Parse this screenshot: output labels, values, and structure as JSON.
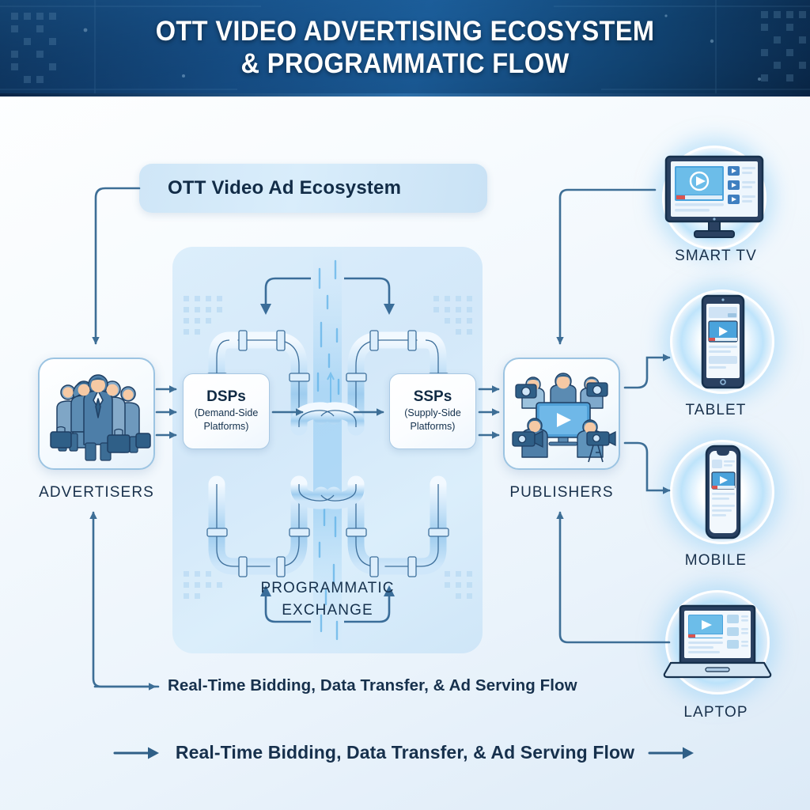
{
  "header": {
    "title_line1": "OTT VIDEO ADVERTISING ECOSYSTEM",
    "title_line2": "& PROGRAMMATIC FLOW"
  },
  "diagram": {
    "title_pill": "OTT Video Ad Ecosystem",
    "exchange": {
      "label_line1": "PROGRAMMATIC",
      "label_line2": "EXCHANGE"
    },
    "nodes": [
      {
        "id": "advertisers",
        "label": "ADVERTISERS",
        "icon": "business-people-group-icon"
      },
      {
        "id": "publishers",
        "label": "PUBLISHERS",
        "icon": "content-creators-group-icon"
      }
    ],
    "platforms": [
      {
        "id": "dsp",
        "abbr": "DSPs",
        "expansion_line1": "(Demand-Side",
        "expansion_line2": "Platforms)"
      },
      {
        "id": "ssp",
        "abbr": "SSPs",
        "expansion_line1": "(Supply-Side",
        "expansion_line2": "Platforms)"
      }
    ],
    "devices": [
      {
        "id": "smarttv",
        "label": "SMART TV",
        "icon": "smart-tv-icon"
      },
      {
        "id": "tablet",
        "label": "TABLET",
        "icon": "tablet-icon"
      },
      {
        "id": "mobile",
        "label": "MOBILE",
        "icon": "mobile-phone-icon"
      },
      {
        "id": "laptop",
        "label": "LAPTOP",
        "icon": "laptop-icon"
      }
    ],
    "flow_legend_upper": "Real-Time Bidding, Data Transfer, & Ad Serving Flow",
    "flow_legend_lower": "Real-Time Bidding, Data Transfer, & Ad Serving Flow"
  },
  "colors": {
    "banner_dark": "#0c2e55",
    "banner_mid": "#1b5b97",
    "accent_blue": "#3a79ad",
    "connector": "#3d6e96",
    "text_navy": "#16304c",
    "pill_bg": "#cfe6f7",
    "panel_bg": "#d7ebfa",
    "pipe_blue": "#aed4f0",
    "glow_white": "#ffffff"
  }
}
